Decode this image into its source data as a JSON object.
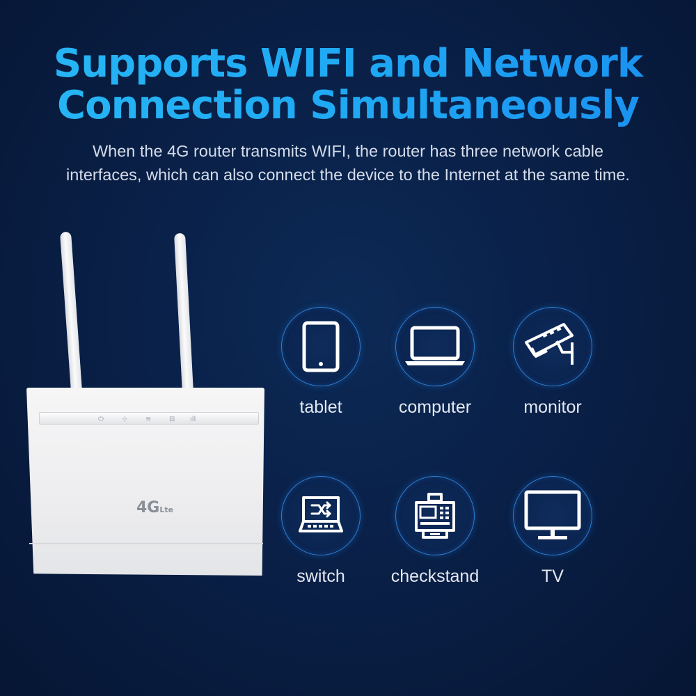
{
  "headline": {
    "line1": "Supports WIFI and Network",
    "line2": "Connection Simultaneously"
  },
  "subtitle": {
    "line1": "When the 4G router transmits WIFI, the router has three network cable",
    "line2": "interfaces, which can also connect the device to the Internet at the same time."
  },
  "router": {
    "logo_main": "4G",
    "logo_sub": "Lte",
    "leds": [
      "power-icon",
      "network-icon",
      "wifi-icon",
      "lan-icon",
      "signal-icon"
    ]
  },
  "devices": [
    {
      "label": "tablet",
      "icon": "tablet-icon"
    },
    {
      "label": "computer",
      "icon": "laptop-icon"
    },
    {
      "label": "monitor",
      "icon": "cctv-camera-icon"
    },
    {
      "label": "switch",
      "icon": "network-switch-icon"
    },
    {
      "label": "checkstand",
      "icon": "cash-register-icon"
    },
    {
      "label": "TV",
      "icon": "tv-icon"
    }
  ],
  "colors": {
    "background": "#0a2149",
    "headline": "#1fa9f3",
    "circle_border": "#2e7fd3"
  }
}
